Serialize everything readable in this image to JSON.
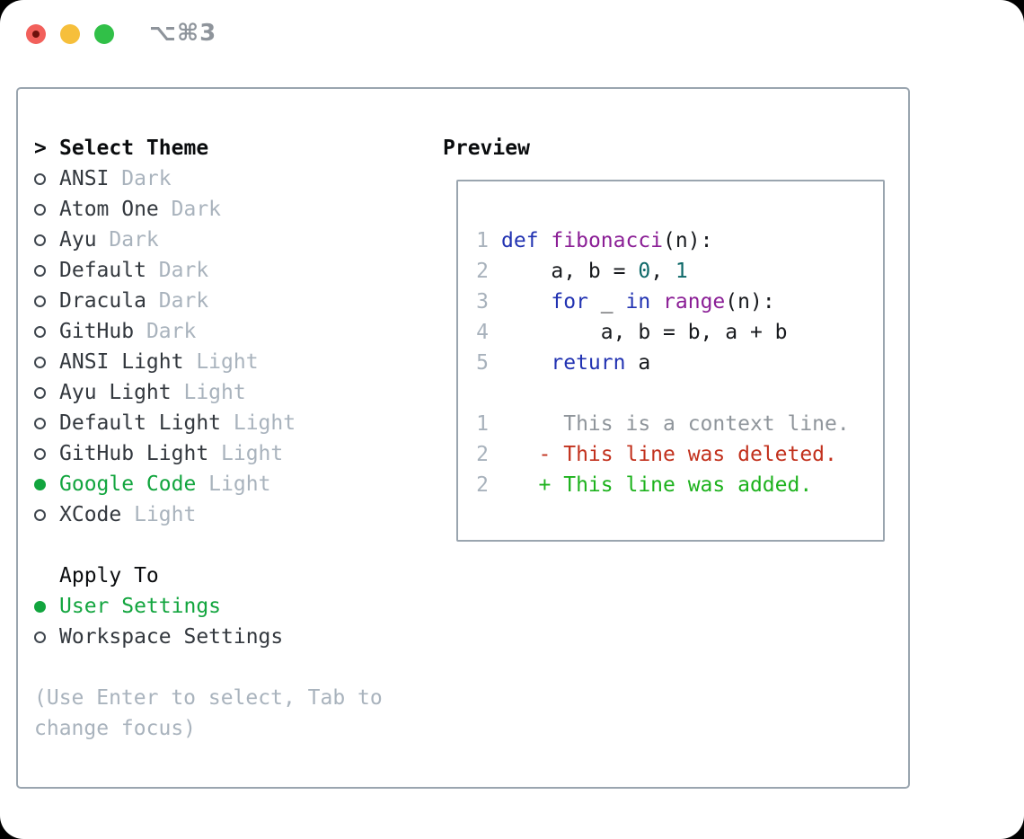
{
  "window": {
    "shortcut": "⌥⌘3",
    "traffic_lights": [
      "close",
      "minimize",
      "zoom"
    ]
  },
  "theme_panel": {
    "prompt": ">",
    "title": "Select Theme",
    "items": [
      {
        "name": "ANSI",
        "variant": "Dark",
        "selected": false
      },
      {
        "name": "Atom One",
        "variant": "Dark",
        "selected": false
      },
      {
        "name": "Ayu",
        "variant": "Dark",
        "selected": false
      },
      {
        "name": "Default",
        "variant": "Dark",
        "selected": false
      },
      {
        "name": "Dracula",
        "variant": "Dark",
        "selected": false
      },
      {
        "name": "GitHub",
        "variant": "Dark",
        "selected": false
      },
      {
        "name": "ANSI Light",
        "variant": "Light",
        "selected": false
      },
      {
        "name": "Ayu Light",
        "variant": "Light",
        "selected": false
      },
      {
        "name": "Default Light",
        "variant": "Light",
        "selected": false
      },
      {
        "name": "GitHub Light",
        "variant": "Light",
        "selected": false
      },
      {
        "name": "Google Code",
        "variant": "Light",
        "selected": true
      },
      {
        "name": "XCode",
        "variant": "Light",
        "selected": false
      }
    ]
  },
  "apply_to": {
    "title": "Apply To",
    "options": [
      {
        "label": "User Settings",
        "selected": true
      },
      {
        "label": "Workspace Settings",
        "selected": false
      }
    ]
  },
  "hint": {
    "line1": "(Use Enter to select, Tab to",
    "line2": "change focus)"
  },
  "preview": {
    "title": "Preview",
    "code_lines": [
      {
        "number": "1",
        "tokens": [
          {
            "t": "def",
            "c": "keyword"
          },
          {
            "t": " ",
            "c": "plain"
          },
          {
            "t": "fibonacci",
            "c": "function"
          },
          {
            "t": "(n):",
            "c": "plain"
          }
        ]
      },
      {
        "number": "2",
        "tokens": [
          {
            "t": "    a, b = ",
            "c": "plain"
          },
          {
            "t": "0",
            "c": "number"
          },
          {
            "t": ", ",
            "c": "plain"
          },
          {
            "t": "1",
            "c": "number"
          }
        ]
      },
      {
        "number": "3",
        "tokens": [
          {
            "t": "    ",
            "c": "plain"
          },
          {
            "t": "for",
            "c": "keyword"
          },
          {
            "t": " _ ",
            "c": "plain"
          },
          {
            "t": "in",
            "c": "keyword"
          },
          {
            "t": " ",
            "c": "plain"
          },
          {
            "t": "range",
            "c": "function"
          },
          {
            "t": "(n):",
            "c": "plain"
          }
        ]
      },
      {
        "number": "4",
        "tokens": [
          {
            "t": "        a, b = b, a + b",
            "c": "plain"
          }
        ]
      },
      {
        "number": "5",
        "tokens": [
          {
            "t": "    ",
            "c": "plain"
          },
          {
            "t": "return",
            "c": "keyword"
          },
          {
            "t": " a",
            "c": "plain"
          }
        ]
      }
    ],
    "diff_lines": [
      {
        "number": "1",
        "kind": "context",
        "text": "     This is a context line."
      },
      {
        "number": "2",
        "kind": "deleted",
        "text": "   - This line was deleted."
      },
      {
        "number": "2",
        "kind": "added",
        "text": "   + This line was added."
      }
    ]
  },
  "colors": {
    "accent": "#12a53e",
    "border": "#9aa5af",
    "keyword": "#2233b2",
    "function": "#8b1f96",
    "number": "#0e6969",
    "line_number": "#a8b2bc",
    "diff_context": "#8f959b",
    "diff_deleted": "#c2311d",
    "diff_added": "#1db21d",
    "traffic_red": "#f2605b",
    "traffic_red_dot": "#6d110c",
    "traffic_yellow": "#f6bf3b",
    "traffic_green": "#31c048"
  }
}
